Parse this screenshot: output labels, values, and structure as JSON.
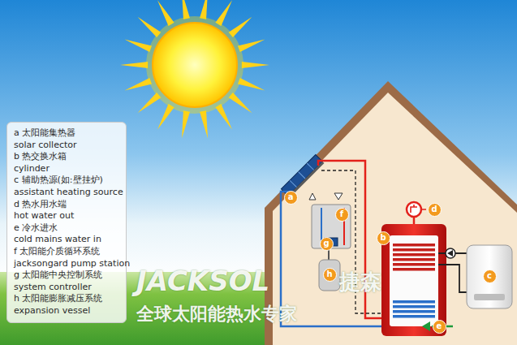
{
  "diagram": {
    "nodes": [
      {
        "text": [
          "a 太阳能集热器",
          "solar collector",
          "b 热交换水箱",
          "cylinder",
          "c 辅助热源(如:壁挂炉)",
          "assistant heating source",
          "d 热水用水端",
          "hot water out",
          "e 冷水进水",
          "cold mains water in",
          "f 太阳能介质循环系统",
          "jacksongard pump station",
          "g 太阳能中央控制系统",
          "system controller",
          "h 太阳能膨胀减压系统",
          "expansion vessel"
        ]
      },
      {
        "text": [
          "a"
        ]
      },
      {
        "text": [
          "b"
        ]
      },
      {
        "text": [
          "c"
        ]
      },
      {
        "text": [
          "d"
        ]
      },
      {
        "text": [
          "e"
        ]
      },
      {
        "text": [
          "f"
        ]
      },
      {
        "text": [
          "g"
        ]
      },
      {
        "text": [
          "h"
        ]
      }
    ],
    "labels": [
      "JACKSOL",
      "捷森",
      "全球太阳能热水专家"
    ]
  }
}
